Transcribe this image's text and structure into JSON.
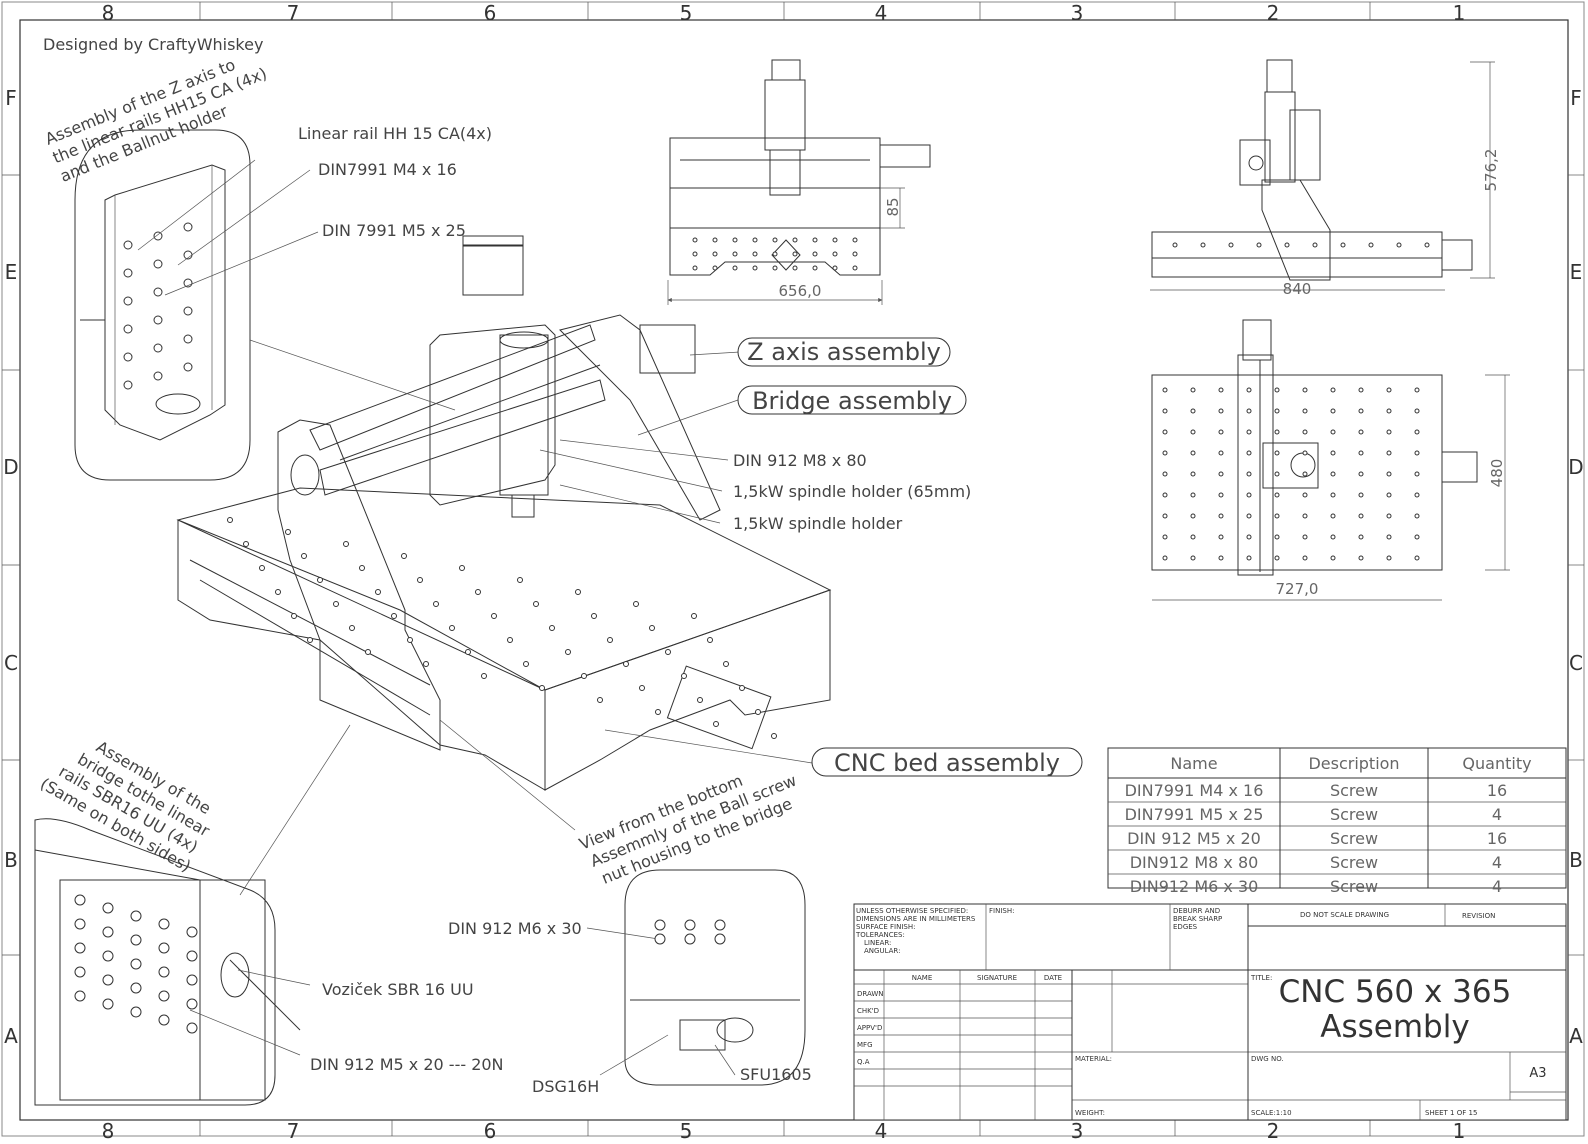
{
  "designer": "Designed by CraftyWhiskey",
  "zones": {
    "columns": [
      "8",
      "7",
      "6",
      "5",
      "4",
      "3",
      "2",
      "1"
    ],
    "rows": [
      "F",
      "E",
      "D",
      "C",
      "B",
      "A"
    ]
  },
  "notes": {
    "z_axis_note": [
      "Assembly of the Z axis to",
      "the linear rails HH15 CA (4x)",
      "and the Ballnut holder"
    ],
    "bridge_note": [
      "Assembly of the",
      "bridge tothe linear",
      "rails SBR16 UU (4x)",
      "(Same on both sides)"
    ],
    "bottom_note": [
      "View from the bottom",
      "Assemmly of the Ball screw",
      "nut housing to the bridge"
    ]
  },
  "labels": {
    "linear_rail": "Linear rail HH 15 CA(4x)",
    "din7991_m4": "DIN7991 M4 x 16",
    "din7991_m5": "DIN 7991 M5 x 25",
    "din912_m8": "DIN 912 M8 x 80",
    "spindle_holder_65": "1,5kW spindle holder (65mm)",
    "spindle_holder": "1,5kW spindle holder",
    "din912_m6": "DIN 912 M6 x 30",
    "vozicek": "Voziček SBR 16 UU",
    "din912_m5_20": "DIN 912 M5 x 20 --- 20N",
    "dsg16h": "DSG16H",
    "sfu1605": "SFU1605"
  },
  "callouts": {
    "z_axis": "Z axis assembly",
    "bridge": "Bridge assembly",
    "bed": "CNC bed assembly"
  },
  "dimensions": {
    "front_width": "656,0",
    "front_height": "85",
    "side_width": "840",
    "side_height": "576,2",
    "top_width": "727,0",
    "top_height": "480"
  },
  "bom": {
    "headers": [
      "Name",
      "Description",
      "Quantity"
    ],
    "rows": [
      [
        "DIN7991 M4 x 16",
        "Screw",
        "16"
      ],
      [
        "DIN7991 M5 x 25",
        "Screw",
        "4"
      ],
      [
        "DIN 912 M5 x 20",
        "Screw",
        "16"
      ],
      [
        "DIN912 M8 x 80",
        "Screw",
        "4"
      ],
      [
        "DIN912 M6 x 30",
        "Screw",
        "4"
      ]
    ]
  },
  "title_block": {
    "unless": [
      "UNLESS OTHERWISE SPECIFIED:",
      "DIMENSIONS ARE IN MILLIMETERS",
      "SURFACE FINISH:",
      "TOLERANCES:",
      "LINEAR:",
      "ANGULAR:"
    ],
    "finish": "FINISH:",
    "deburr": [
      "DEBURR AND",
      "BREAK SHARP",
      "EDGES"
    ],
    "do_not_scale": "DO NOT SCALE DRAWING",
    "revision": "REVISION",
    "col_headers": [
      "NAME",
      "SIGNATURE",
      "DATE"
    ],
    "roles": [
      "DRAWN",
      "CHK'D",
      "APPV'D",
      "MFG",
      "Q.A"
    ],
    "title_label": "TITLE:",
    "title": [
      "CNC 560 x 365",
      "Assembly"
    ],
    "material": "MATERIAL:",
    "dwg_no": "DWG NO.",
    "size": "A3",
    "weight": "WEIGHT:",
    "scale": "SCALE:1:10",
    "sheet": "SHEET 1 OF 15"
  }
}
